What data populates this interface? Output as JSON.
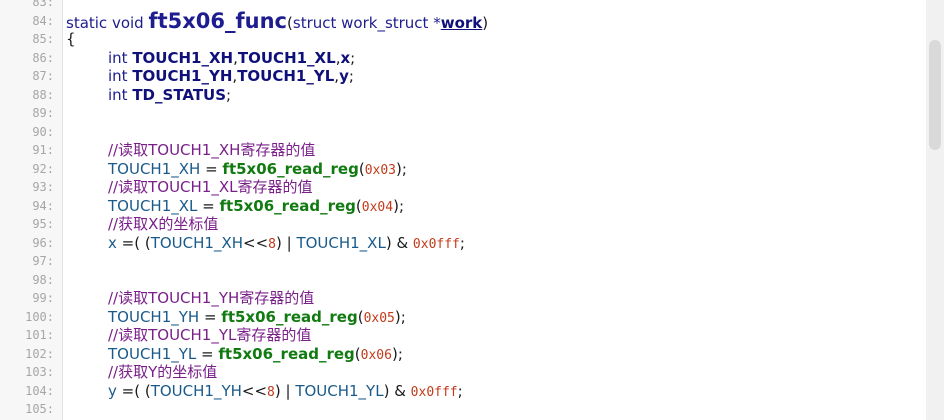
{
  "lines": [
    {
      "num": "83:",
      "indent": 0,
      "tokens": []
    },
    {
      "num": "84:",
      "indent": 0,
      "tokens": [
        {
          "t": "static void ",
          "c": "def"
        },
        {
          "t": "ft5x06_func",
          "c": "fn-def"
        },
        {
          "t": "(",
          "c": "op"
        },
        {
          "t": "struct work_struct *",
          "c": "def"
        },
        {
          "t": "work",
          "c": "b ul"
        },
        {
          "t": ")",
          "c": "op"
        }
      ]
    },
    {
      "num": "85:",
      "indent": 0,
      "tokens": [
        {
          "t": "{",
          "c": "op"
        }
      ]
    },
    {
      "num": "86:",
      "indent": 1,
      "tokens": [
        {
          "t": "int ",
          "c": "kw"
        },
        {
          "t": "TOUCH1_XH",
          "c": "b"
        },
        {
          "t": ",",
          "c": "op"
        },
        {
          "t": "TOUCH1_XL",
          "c": "b"
        },
        {
          "t": ",",
          "c": "op"
        },
        {
          "t": "x",
          "c": "b"
        },
        {
          "t": ";",
          "c": "op"
        }
      ]
    },
    {
      "num": "87:",
      "indent": 1,
      "tokens": [
        {
          "t": "int ",
          "c": "kw"
        },
        {
          "t": "TOUCH1_YH",
          "c": "b"
        },
        {
          "t": ",",
          "c": "op"
        },
        {
          "t": "TOUCH1_YL",
          "c": "b"
        },
        {
          "t": ",",
          "c": "op"
        },
        {
          "t": "y",
          "c": "b"
        },
        {
          "t": ";",
          "c": "op"
        }
      ]
    },
    {
      "num": "88:",
      "indent": 1,
      "tokens": [
        {
          "t": "int ",
          "c": "kw"
        },
        {
          "t": "TD_STATUS",
          "c": "b"
        },
        {
          "t": ";",
          "c": "op"
        }
      ]
    },
    {
      "num": "89:",
      "indent": 0,
      "tokens": []
    },
    {
      "num": "90:",
      "indent": 0,
      "tokens": []
    },
    {
      "num": "91:",
      "indent": 1,
      "tokens": [
        {
          "t": "//读取TOUCH1_XH寄存器的值",
          "c": "cm"
        }
      ]
    },
    {
      "num": "92:",
      "indent": 1,
      "tokens": [
        {
          "t": "TOUCH1_XH",
          "c": "var"
        },
        {
          "t": " = ",
          "c": "op"
        },
        {
          "t": "ft5x06_read_reg",
          "c": "fn"
        },
        {
          "t": "(",
          "c": "op"
        },
        {
          "t": "0x03",
          "c": "num"
        },
        {
          "t": ");",
          "c": "op"
        }
      ]
    },
    {
      "num": "93:",
      "indent": 1,
      "tokens": [
        {
          "t": "//读取TOUCH1_XL寄存器的值",
          "c": "cm"
        }
      ]
    },
    {
      "num": "94:",
      "indent": 1,
      "tokens": [
        {
          "t": "TOUCH1_XL",
          "c": "var"
        },
        {
          "t": " = ",
          "c": "op"
        },
        {
          "t": "ft5x06_read_reg",
          "c": "fn"
        },
        {
          "t": "(",
          "c": "op"
        },
        {
          "t": "0x04",
          "c": "num"
        },
        {
          "t": ");",
          "c": "op"
        }
      ]
    },
    {
      "num": "95:",
      "indent": 1,
      "tokens": [
        {
          "t": "//获取X的坐标值",
          "c": "cm"
        }
      ]
    },
    {
      "num": "96:",
      "indent": 1,
      "tokens": [
        {
          "t": "x",
          "c": "var"
        },
        {
          "t": " =( (",
          "c": "op"
        },
        {
          "t": "TOUCH1_XH",
          "c": "var"
        },
        {
          "t": "<<",
          "c": "op"
        },
        {
          "t": "8",
          "c": "num"
        },
        {
          "t": ") | ",
          "c": "op"
        },
        {
          "t": "TOUCH1_XL",
          "c": "var"
        },
        {
          "t": ") & ",
          "c": "op"
        },
        {
          "t": "0x0fff",
          "c": "num"
        },
        {
          "t": ";",
          "c": "op"
        }
      ]
    },
    {
      "num": "97:",
      "indent": 0,
      "tokens": []
    },
    {
      "num": "98:",
      "indent": 0,
      "tokens": []
    },
    {
      "num": "99:",
      "indent": 1,
      "tokens": [
        {
          "t": "//读取TOUCH1_YH寄存器的值",
          "c": "cm"
        }
      ]
    },
    {
      "num": "100:",
      "indent": 1,
      "tokens": [
        {
          "t": "TOUCH1_YH",
          "c": "var"
        },
        {
          "t": " = ",
          "c": "op"
        },
        {
          "t": "ft5x06_read_reg",
          "c": "fn"
        },
        {
          "t": "(",
          "c": "op"
        },
        {
          "t": "0x05",
          "c": "num"
        },
        {
          "t": ");",
          "c": "op"
        }
      ]
    },
    {
      "num": "101:",
      "indent": 1,
      "tokens": [
        {
          "t": "//读取TOUCH1_YL寄存器的值",
          "c": "cm"
        }
      ]
    },
    {
      "num": "102:",
      "indent": 1,
      "tokens": [
        {
          "t": "TOUCH1_YL",
          "c": "var"
        },
        {
          "t": " = ",
          "c": "op"
        },
        {
          "t": "ft5x06_read_reg",
          "c": "fn"
        },
        {
          "t": "(",
          "c": "op"
        },
        {
          "t": "0x06",
          "c": "num"
        },
        {
          "t": ");",
          "c": "op"
        }
      ]
    },
    {
      "num": "103:",
      "indent": 1,
      "tokens": [
        {
          "t": "//获取Y的坐标值",
          "c": "cm"
        }
      ]
    },
    {
      "num": "104:",
      "indent": 1,
      "tokens": [
        {
          "t": "y",
          "c": "var"
        },
        {
          "t": " =( (",
          "c": "op"
        },
        {
          "t": "TOUCH1_YH",
          "c": "var"
        },
        {
          "t": "<<",
          "c": "op"
        },
        {
          "t": "8",
          "c": "num"
        },
        {
          "t": ") | ",
          "c": "op"
        },
        {
          "t": "TOUCH1_YL",
          "c": "var"
        },
        {
          "t": ") & ",
          "c": "op"
        },
        {
          "t": "0x0fff",
          "c": "num"
        },
        {
          "t": ";",
          "c": "op"
        }
      ]
    },
    {
      "num": "105:",
      "indent": 0,
      "tokens": []
    }
  ],
  "colors": {
    "keyword": "#1d1d8f",
    "comment": "#7a1f8a",
    "function_call": "#117a11",
    "number": "#c23a1a",
    "variable": "#1a5a8a",
    "line_number": "#a6a6a6"
  }
}
